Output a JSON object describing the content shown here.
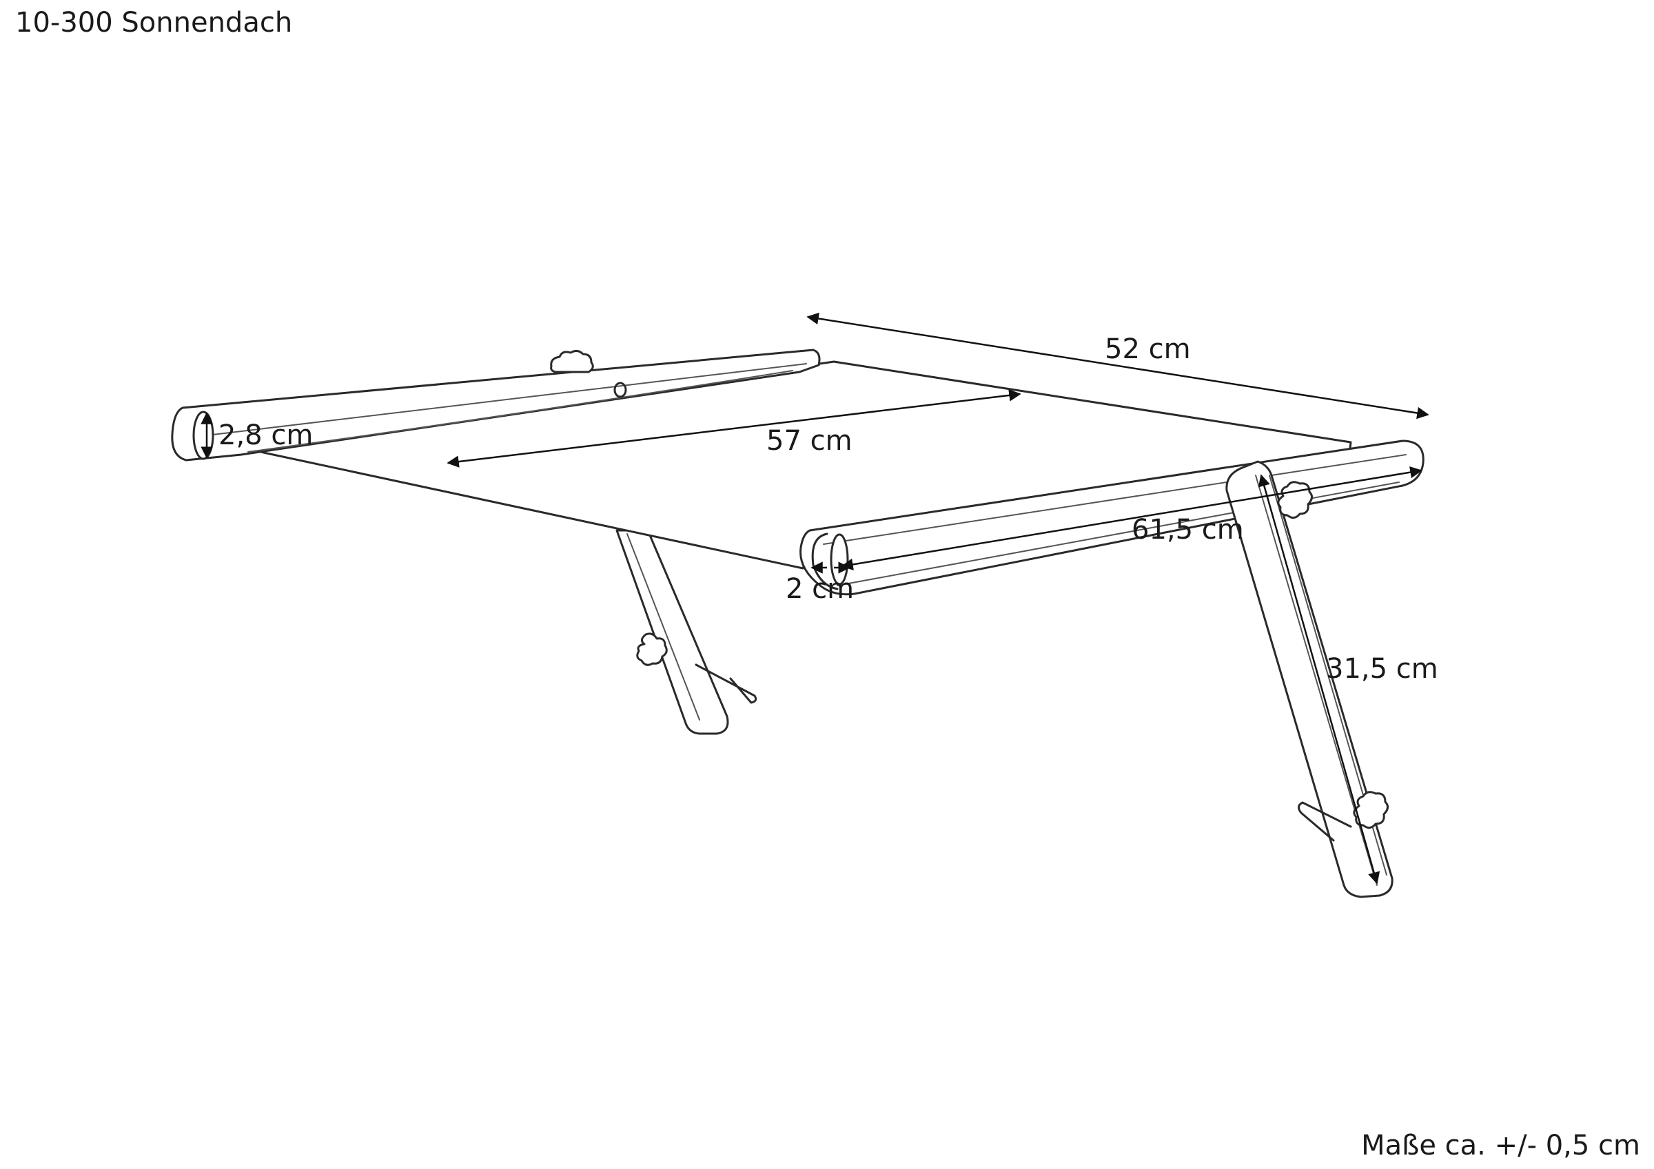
{
  "title": "10-300 Sonnendach",
  "footnote": "Maße ca. +/- 0,5 cm",
  "dimensions": {
    "depth": "52 cm",
    "canopy_width": "57 cm",
    "rail_length": "61,5 cm",
    "rail_height": "2,8 cm",
    "rail_thickness": "2 cm",
    "support_length": "31,5 cm"
  }
}
